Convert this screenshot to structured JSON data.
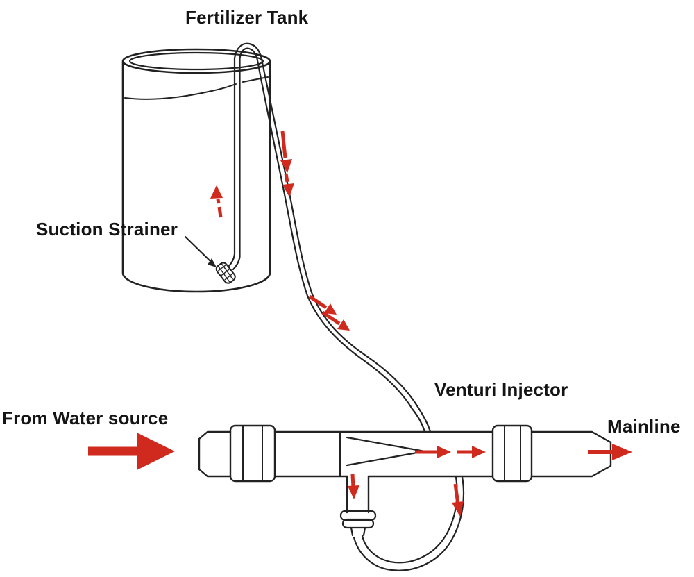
{
  "title": "Fertilizer injection system with venturi injector diagram",
  "labels": {
    "fertilizer_tank": "Fertilizer Tank",
    "suction_strainer": "Suction Strainer",
    "venturi_injector": "Venturi Injector",
    "from_water_source": "From Water source",
    "mainline": "Mainline"
  },
  "components": [
    "Fertilizer Tank",
    "Suction Strainer",
    "Suction tubing",
    "Venturi Injector",
    "Suction port with loop tubing",
    "Mainline pipe"
  ],
  "flow_arrows": [
    {
      "name": "tank-tube-up-arrow",
      "direction": "up"
    },
    {
      "name": "tubing-down-arrow-1",
      "direction": "down"
    },
    {
      "name": "tubing-down-arrow-2",
      "direction": "down"
    },
    {
      "name": "tubing-diagonal-arrow-1",
      "direction": "down-right"
    },
    {
      "name": "tubing-diagonal-arrow-2",
      "direction": "down-right"
    },
    {
      "name": "water-source-inflow-arrow",
      "direction": "right"
    },
    {
      "name": "injector-flow-arrow-1",
      "direction": "right"
    },
    {
      "name": "injector-flow-arrow-2",
      "direction": "right"
    },
    {
      "name": "mainline-outflow-arrow",
      "direction": "right"
    },
    {
      "name": "suction-port-down-arrow",
      "direction": "down"
    },
    {
      "name": "loop-down-arrow",
      "direction": "down"
    }
  ],
  "colors": {
    "flow_arrow": "#d02a1e",
    "line": "#222222",
    "background": "#ffffff",
    "text": "#141414"
  }
}
